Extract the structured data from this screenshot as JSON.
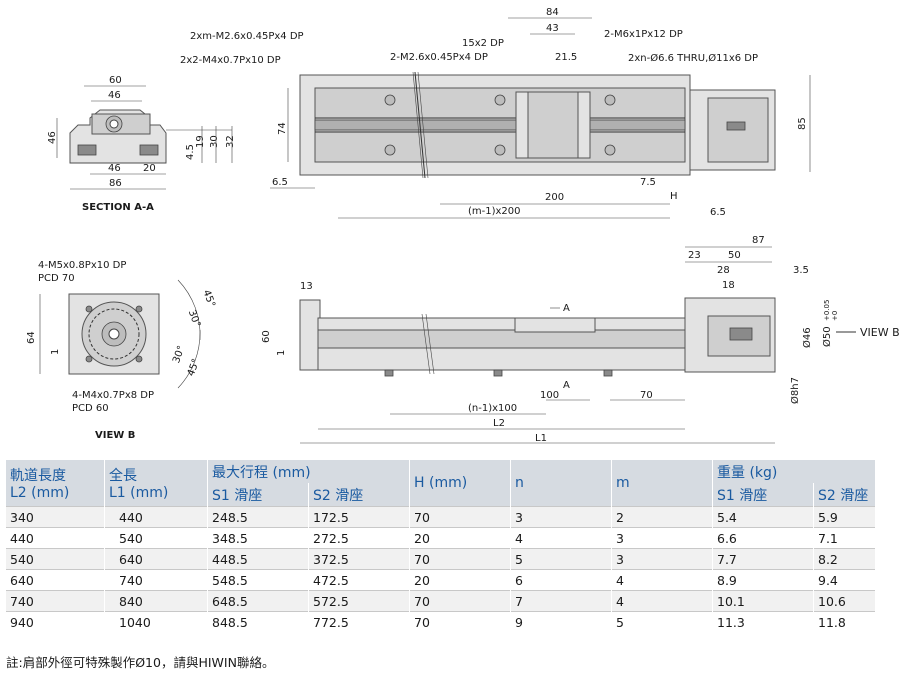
{
  "drawing": {
    "section_aa": {
      "title": "SECTION A-A",
      "dims": {
        "w60": "60",
        "w46": "46",
        "h46": "46",
        "b46": "46",
        "b20": "20",
        "b86": "86",
        "h19": "19",
        "h30": "30",
        "h32": "32",
        "h45": "4.5"
      }
    },
    "view_b": {
      "title": "VIEW B",
      "callout_top_1": "4-M5x0.8Px10 DP",
      "callout_top_2": "PCD 70",
      "callout_bot_1": "4-M4x0.7Px8 DP",
      "callout_bot_2": "PCD 60",
      "angles": {
        "a1": "45°",
        "a2": "30°",
        "a3": "30°",
        "a4": "45°"
      },
      "dims": {
        "h64": "64",
        "h1": "1"
      }
    },
    "top_view": {
      "callout_1": "2xm-M2.6x0.45Px4 DP",
      "callout_2": "2x2-M4x0.7Px10 DP",
      "callout_3": "15x2 DP",
      "callout_4": "2-M2.6x0.45Px4 DP",
      "callout_5": "2-M6x1Px12 DP",
      "callout_6": "2xn-Ø6.6 THRU,Ø11x6 DP",
      "dims": {
        "d84": "84",
        "d43": "43",
        "d215": "21.5",
        "d74": "74",
        "d85": "85",
        "d65a": "6.5",
        "d75": "7.5",
        "dH": "H",
        "d200": "200",
        "dm200": "(m-1)x200",
        "d65b": "6.5"
      }
    },
    "side_view": {
      "dims": {
        "d87": "87",
        "d23": "23",
        "d50": "50",
        "d28": "28",
        "d18": "18",
        "d35": "3.5",
        "d13": "13",
        "d60": "60",
        "d1": "1",
        "d100": "100",
        "d70": "70",
        "dn100": "(n-1)x100",
        "dL2": "L2",
        "dL1": "L1",
        "dA1": "A",
        "dA2": "A"
      },
      "shaft_d46": "Ø46",
      "shaft_d50": "Ø50",
      "tol_plus": "+0.05",
      "tol_zero": "+0",
      "shaft_h7": "Ø8h7",
      "view_label": "VIEW B"
    }
  },
  "table": {
    "headers": {
      "rail": [
        "軌道長度",
        "L2 (mm)"
      ],
      "total": [
        "全長",
        "L1 (mm)"
      ],
      "stroke": "最大行程 (mm)",
      "s1": "S1 滑座",
      "s2": "S2 滑座",
      "h": "H (mm)",
      "n": "n",
      "m": "m",
      "weight": "重量 (kg)",
      "w1": "S1 滑座",
      "w2": "S2 滑座"
    },
    "rows": [
      [
        "340",
        "440",
        "248.5",
        "172.5",
        "70",
        "3",
        "2",
        "5.4",
        "5.9"
      ],
      [
        "440",
        "540",
        "348.5",
        "272.5",
        "20",
        "4",
        "3",
        "6.6",
        "7.1"
      ],
      [
        "540",
        "640",
        "448.5",
        "372.5",
        "70",
        "5",
        "3",
        "7.7",
        "8.2"
      ],
      [
        "640",
        "740",
        "548.5",
        "472.5",
        "20",
        "6",
        "4",
        "8.9",
        "9.4"
      ],
      [
        "740",
        "840",
        "648.5",
        "572.5",
        "70",
        "7",
        "4",
        "10.1",
        "10.6"
      ],
      [
        "940",
        "1040",
        "848.5",
        "772.5",
        "70",
        "9",
        "5",
        "11.3",
        "11.8"
      ]
    ]
  },
  "note": "註:肩部外徑可特殊製作Ø10，請與HIWIN聯絡。"
}
